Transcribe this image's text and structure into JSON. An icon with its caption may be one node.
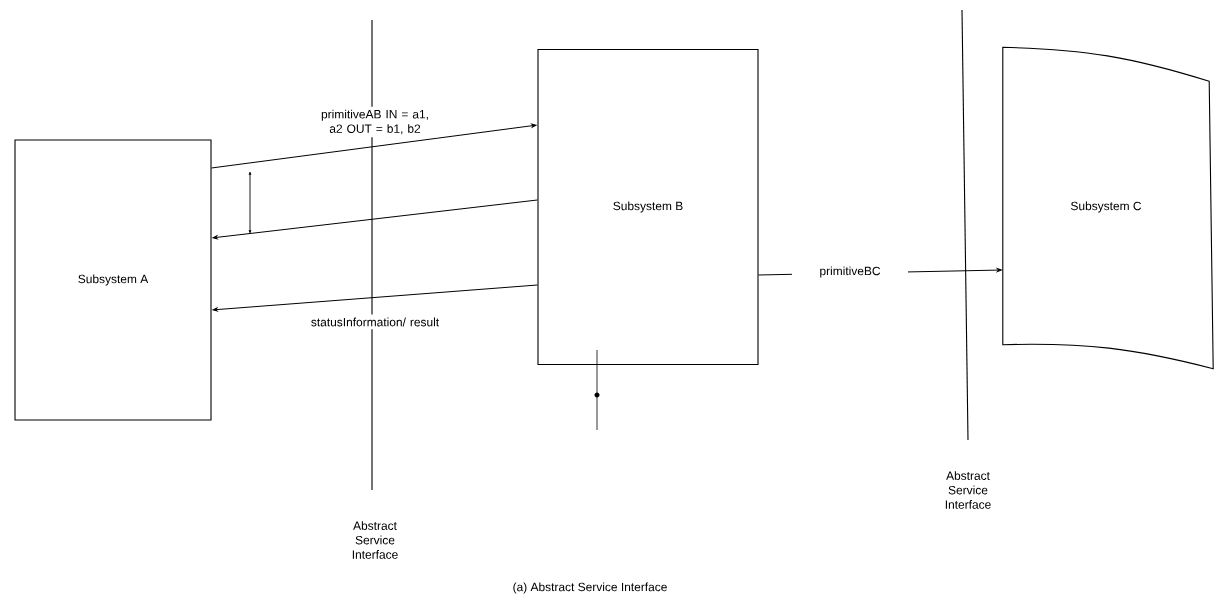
{
  "diagram": {
    "caption": "(a) Abstract Service Interface",
    "nodes": [
      {
        "text": [
          "Subsystem A"
        ]
      },
      {
        "text": [
          "Subsystem B"
        ]
      },
      {
        "text": [
          "Subsystem C"
        ]
      }
    ],
    "edges": [
      {
        "from": 0,
        "to": 1,
        "arrow": "to",
        "label": "primitiveAB IN = a1, a2 OUT = b1, b2"
      },
      {
        "from": 1,
        "to": 0,
        "arrow": "to"
      },
      {
        "from": 1,
        "to": 0,
        "arrow": "to",
        "label": "statusInformation/ result"
      },
      {
        "from": 1,
        "to": 2,
        "arrow": "to",
        "label": "primitiveBC"
      }
    ],
    "labels": [
      "Abstract Service Interface",
      "Abstract Service Interface"
    ]
  }
}
